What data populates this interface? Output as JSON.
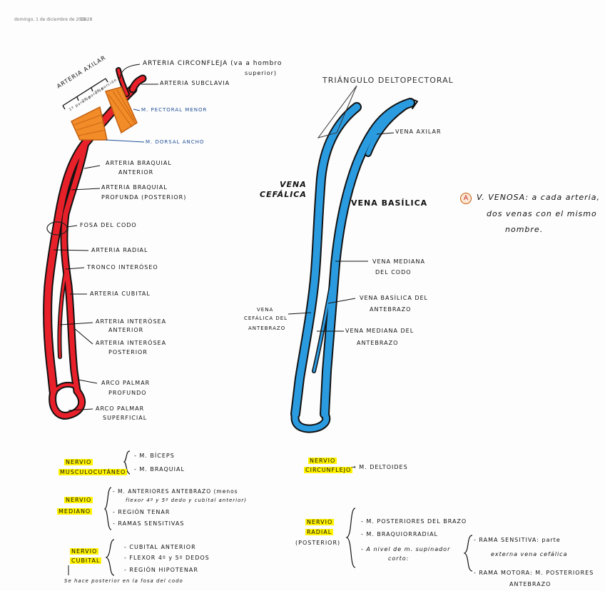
{
  "meta": {
    "date": "domingo, 1 de diciembre de 2019",
    "time": "19:28"
  },
  "arterial": {
    "arteria_axilar": "ARTERIA AXILAR",
    "porciones": [
      "1ª porción",
      "2ª porción",
      "3ª porción"
    ],
    "labels": {
      "circunfleja": "ARTERIA CIRCONFLEJA (va a hombro",
      "circunfleja2": "superior)",
      "subclavia": "ARTERIA SUBCLAVIA",
      "pectoral": "M. PECTORAL MENOR",
      "dorsal": "M. DORSAL ANCHO",
      "braquial_ant": "ARTERIA BRAQUIAL",
      "braquial_ant2": "ANTERIOR",
      "braquial_prof": "ARTERIA BRAQUIAL",
      "braquial_prof2": "PROFUNDA (POSTERIOR)",
      "fosa": "FOSA DEL CODO",
      "radial": "ARTERIA RADIAL",
      "tronco": "TRONCO INTERÓSEO",
      "cubital": "ARTERIA CUBITAL",
      "interosea_ant": "ARTERIA INTERÓSEA",
      "interosea_ant2": "ANTERIOR",
      "interosea_post": "ARTERIA INTERÓSEA",
      "interosea_post2": "POSTERIOR",
      "arco_prof": "ARCO PALMAR",
      "arco_prof2": "PROFUNDO",
      "arco_sup": "ARCO PALMAR",
      "arco_sup2": "SUPERFICIAL"
    }
  },
  "venous": {
    "triangulo": "TRIÁNGULO DELTOPECTORAL",
    "axilar": "VENA AXILAR",
    "cefalica": "VENA",
    "cefalica2": "CEFÁLICA",
    "basilica": "VENA BASÍLICA",
    "mediana_codo": "VENA MEDIANA",
    "mediana_codo2": "DEL CODO",
    "cefalica_ante": "VENA",
    "cefalica_ante2": "CEFÁLICA DEL",
    "cefalica_ante3": "ANTEBRAZO",
    "basilica_ante": "VENA BASÍLICA DEL",
    "basilica_ante2": "ANTEBRAZO",
    "mediana_ante": "VENA MEDIANA DEL",
    "mediana_ante2": "ANTEBRAZO"
  },
  "note": {
    "icon_letter": "A",
    "line1": "V. VENOSA: a cada arteria,",
    "line2": "dos venas con el mismo",
    "line3": "nombre."
  },
  "nerves": {
    "musculo": {
      "name1": "NERVIO",
      "name2": "MUSCULOCUTÁNEO",
      "items": [
        "- M. BÍCEPS",
        "- M. BRAQUIAL"
      ]
    },
    "mediano": {
      "name1": "NERVIO",
      "name2": "MEDIANO",
      "items": [
        "- M. ANTERIORES ANTEBRAZO (menos",
        "flexor 4º y 5º dedo y cubital anterior)",
        "- REGIÓN TENAR",
        "- RAMAS SENSITIVAS"
      ]
    },
    "cubital": {
      "name1": "NERVIO",
      "name2": "CUBITAL",
      "items": [
        "- CUBITAL ANTERIOR",
        "- FLEXOR 4º y 5º DEDOS",
        "- REGIÓN HIPOTENAR"
      ],
      "footer": "Se hace posterior en la fosa del codo"
    },
    "circunflejo": {
      "name1": "NERVIO",
      "name2": "CIRCUNFLEJO",
      "items": [
        "→ M. DELTOIDES"
      ]
    },
    "radial": {
      "name1": "NERVIO",
      "name2": "RADIAL",
      "name3": "(POSTERIOR)",
      "items": [
        "- M. POSTERIORES DEL BRAZO",
        "- M. BRAQUIORRADIAL",
        "- A nivel de m. supinador",
        "corto:"
      ],
      "sub": [
        "- RAMA SENSITIVA: parte",
        "externa vena cefálica",
        "- RAMA MOTORA: M. POSTERIORES",
        "ANTEBRAZO"
      ]
    }
  },
  "colors": {
    "artery": "#e8202a",
    "vein": "#2b9be0",
    "muscle": "#f28c28",
    "highlight": "#fff200"
  }
}
